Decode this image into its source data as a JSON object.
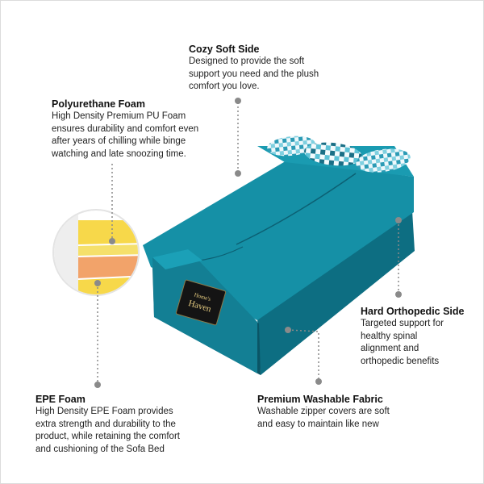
{
  "colors": {
    "fabric": "#1590a6",
    "fabric_dark": "#0d6e82",
    "fabric_shadow": "#0a5566",
    "foam_yellow": "#f7d84a",
    "foam_orange": "#f2a36a",
    "brand_gold": "#e9cf82",
    "leader_dot": "#8a8a8a"
  },
  "product": {
    "brand_line1": "Home's",
    "brand_line2": "Haven"
  },
  "callouts": {
    "cozy_soft_side": {
      "title": "Cozy Soft Side",
      "lines": [
        "Designed to provide the soft",
        "support you need and the plush",
        "comfort you love."
      ]
    },
    "polyurethane_foam": {
      "title": "Polyurethane Foam",
      "lines": [
        "High Density Premium PU Foam",
        "ensures durability and comfort even",
        "after years of chilling while binge",
        "watching and late snoozing time."
      ]
    },
    "hard_orthopedic_side": {
      "title": "Hard Orthopedic Side",
      "lines": [
        "Targeted support for",
        "healthy spinal",
        "alignment and",
        "orthopedic benefits"
      ]
    },
    "epe_foam": {
      "title": "EPE Foam",
      "lines": [
        "High Density EPE Foam provides",
        "extra strength and durability to the",
        "product, while retaining the comfort",
        "and cushioning of the Sofa Bed"
      ]
    },
    "premium_washable_fabric": {
      "title": "Premium Washable Fabric",
      "lines": [
        "Washable zipper covers are soft",
        "and easy to maintain like new"
      ]
    }
  }
}
